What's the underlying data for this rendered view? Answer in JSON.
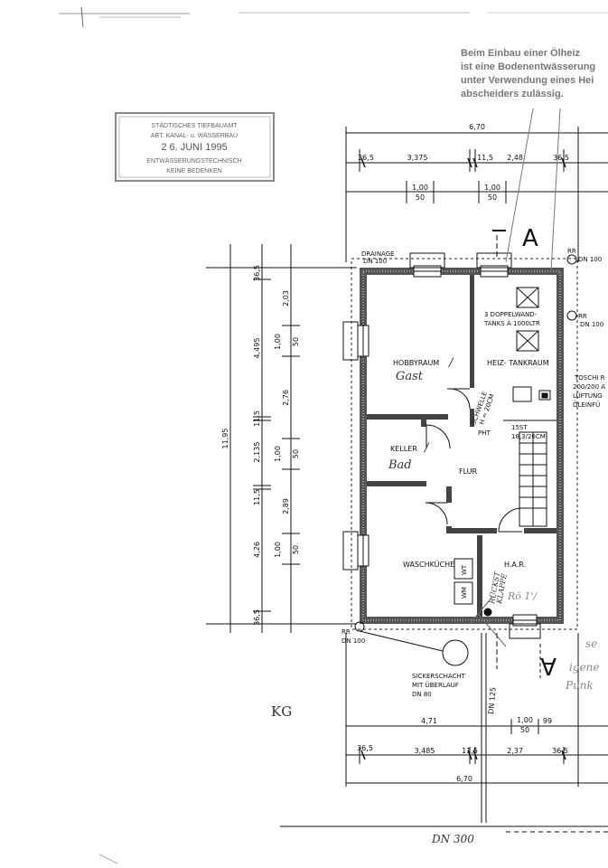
{
  "note": {
    "lines": [
      "Beim Einbau einer Ölheiz",
      "ist eine Bodenentwässerung",
      "unter Verwendung eines Hei",
      "abscheiders zulässig."
    ]
  },
  "stamp": {
    "line1": "STÄDTISCHES TIEFBAUAMT",
    "line2": "ABT. KANAL- u. WASSERBAU",
    "date": "2 6. JUNI 1995",
    "line4": "ENTWÄSSERUNGSTECHNISCH",
    "line5": "KEINE BEDENKEN"
  },
  "top_dims": {
    "total": "6,70",
    "wall_left": "36,5",
    "seg1": "3,375",
    "mid_wall": "11,5",
    "seg2": "2,48",
    "wall_right": "36,5",
    "win1_w": "1,00",
    "win1_h": "50",
    "win2_w": "1,00",
    "win2_h": "50"
  },
  "left_dims": {
    "total": "11,95",
    "wall_top": "36,5",
    "seg1": "4,495",
    "wall2": "11,5",
    "seg2": "2,135",
    "wall3": "11,5",
    "seg3": "4,26",
    "wall_bottom": "36,5",
    "inner1": "2,03",
    "win1_w": "1,00",
    "win1_h": "50",
    "inner2": "2,76",
    "win2_w": "1,00",
    "win2_h": "50",
    "inner3": "2,89",
    "win3_w": "1,00",
    "win3_h": "50"
  },
  "bottom_dims": {
    "seg1": "4,71",
    "win_w": "1,00",
    "win_h": "50",
    "seg_right": "99",
    "wall_left": "36,5",
    "seg2": "3,485",
    "mid_wall": "11,5",
    "seg3": "2,37",
    "wall_right": "36,5",
    "total": "6,70"
  },
  "labels": {
    "drainage_1": "DRAINAGE",
    "drainage_2": "DN 100",
    "rr_top_1": "RR",
    "rr_top_2": "DN 100",
    "rr_mid_1": "RR",
    "rr_mid_2": "DN 100",
    "tanks_1": "3 DOPPELWAND-",
    "tanks_2": "TANKS À 1000LTR",
    "hobby": "HOBBYRAUM",
    "heiz": "HEIZ- TANKRAUM",
    "toschi_1": "TOSCHI R",
    "toschi_2": "200/200 A",
    "toschi_3": "LÜFTUNG",
    "toschi_4": "ÖLEINFÜ",
    "schwelle_1": "SCHWELLE",
    "schwelle_2": "H = 20CM",
    "pht": "PHT",
    "stairs_1": "15ST",
    "stairs_2": "18,3/26CM",
    "keller": "KELLER",
    "flur": "FLUR",
    "wasch": "WASCHKÜCHE",
    "har": "H.A.R.",
    "wt": "WT",
    "wm": "WM",
    "rr_bot_1": "RR",
    "rr_bot_2": "DN 100",
    "sicker_1": "SICKERSCHACHT",
    "sicker_2": "MIT ÜBERLAUF",
    "sicker_3": "DN 80",
    "kg": "KG",
    "section_mark": "A",
    "dn_pipe": "DN 125",
    "dn_300": "DN 300"
  },
  "handwriting": {
    "gast": "Gast",
    "bad": "Bad",
    "rueck_1": "RÜCKST",
    "rueck_2": "KLAPPE",
    "roehre": "Rö 1'/",
    "margin_1": "se",
    "margin_2": "igene",
    "margin_3": "Punk",
    "slash": "/"
  }
}
